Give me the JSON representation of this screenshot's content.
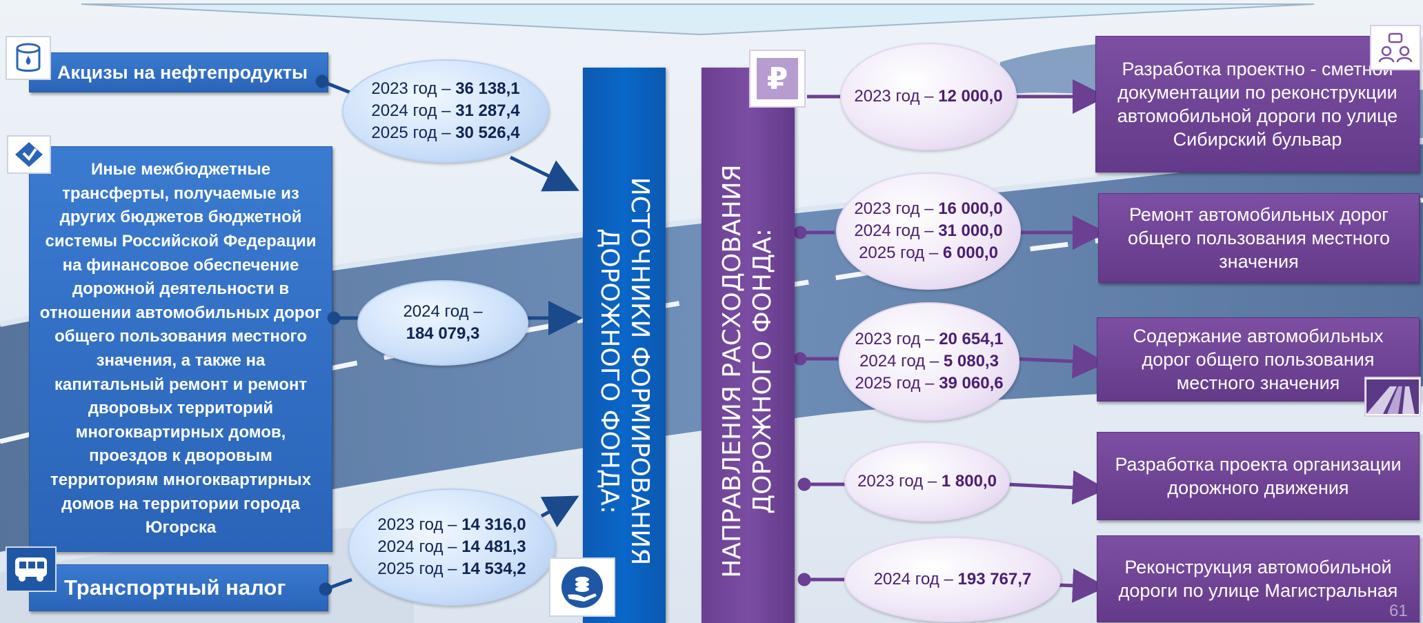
{
  "sources": {
    "excise": {
      "label": "Акцизы на нефтепродукты",
      "icon": "oil-barrel-icon"
    },
    "transfers": {
      "label": "Иные межбюджетные трансферты, получаемые из других бюджетов бюджетной системы Российской Федерации на финансовое обеспечение дорожной деятельности в отношении автомобильных дорог общего пользования местного значения, а также на капитальный ремонт и ремонт дворовых территорий многоквартирных домов, проездов к дворовым территориям многоквартирных домов на территории города Югорска",
      "icon": "diamond-document-icon"
    },
    "transport_tax": {
      "label": "Транспортный налог",
      "icon": "bus-icon"
    }
  },
  "source_values": {
    "excise": [
      {
        "year": "2023 год – ",
        "value": "36 138,1"
      },
      {
        "year": "2024 год – ",
        "value": "31 287,4"
      },
      {
        "year": "2025 год – ",
        "value": "30 526,4"
      }
    ],
    "transfers": {
      "year": "2024 год –",
      "value": "184 079,3"
    },
    "transport_tax": [
      {
        "year": "2023 год – ",
        "value": "14 316,0"
      },
      {
        "year": "2024 год – ",
        "value": "14 481,3"
      },
      {
        "year": "2025 год – ",
        "value": "14 534,2"
      }
    ]
  },
  "fund_sources_title": {
    "line1": "ИСТОЧНИКИ ФОРМИРОВАНИЯ",
    "line2": "ДОРОЖНОГО ФОНДА:"
  },
  "fund_directions_title": {
    "line1": "НАПРАВЛЕНИЯ РАСХОДОВАНИЯ",
    "line2": "ДОРОЖНОГО ФОНДА:"
  },
  "directions": [
    {
      "label": "Разработка проектно - сметной документации по реконструкции автомобильной дороги по улице Сибирский бульвар",
      "values": [
        {
          "year": "2023 год – ",
          "value": "12 000,0"
        }
      ]
    },
    {
      "label": "Ремонт автомобильных дорог общего пользования местного значения",
      "values": [
        {
          "year": "2023 год – ",
          "value": "16 000,0"
        },
        {
          "year": "2024 год – ",
          "value": "31 000,0"
        },
        {
          "year": "2025 год – ",
          "value": " 6 000,0"
        }
      ]
    },
    {
      "label": "Содержание автомобильных дорог общего пользования местного значения",
      "values": [
        {
          "year": "2023 год – ",
          "value": "20 654,1"
        },
        {
          "year": "2024 год – ",
          "value": "5 080,3"
        },
        {
          "year": "2025 год – ",
          "value": "39 060,6"
        }
      ]
    },
    {
      "label": "Разработка проекта организации дорожного движения",
      "values": [
        {
          "year": "2023 год – ",
          "value": "1 800,0"
        }
      ]
    },
    {
      "label": "Реконструкция автомобильной дороги по улице Магистральная",
      "values": [
        {
          "year": "2024 год – ",
          "value": "193 767,7"
        }
      ]
    }
  ],
  "page_number": "61",
  "colors": {
    "blue": "#2a64b8",
    "purple": "#6b3f92",
    "navy_text": "#0f2452"
  }
}
